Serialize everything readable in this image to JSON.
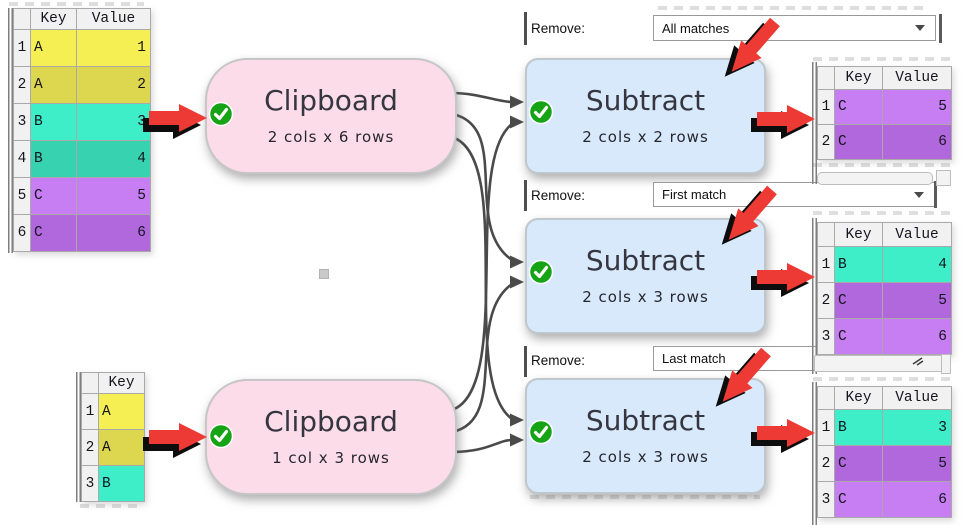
{
  "colors": {
    "clipboard_node_bg": "#fbdce8",
    "subtract_node_bg": "#d8e9fb",
    "node_border": "#c6c6c6",
    "wire": "#4a4a4a",
    "red_arrow": "#ee3a34",
    "check_green": "#16a316",
    "row_yellow": "#f6ef53",
    "row_yellow_dark": "#ddd64f",
    "row_teal": "#3deec8",
    "row_teal_dark": "#37d2af",
    "row_purple": "#c67ef2",
    "row_purple_dark": "#b168dd"
  },
  "diagram": {
    "clipboard1": {
      "title": "Clipboard",
      "size": "2 cols x 6 rows"
    },
    "clipboard2": {
      "title": "Clipboard",
      "size": "1 col x 3 rows"
    },
    "subtract1": {
      "title": "Subtract",
      "size": "2 cols x 2 rows"
    },
    "subtract2": {
      "title": "Subtract",
      "size": "2 cols x 3 rows"
    },
    "subtract3": {
      "title": "Subtract",
      "size": "2 cols x 3 rows"
    }
  },
  "options": {
    "remove_label": "Remove:",
    "dropdown1": "All matches",
    "dropdown2": "First match",
    "dropdown3": "Last match"
  },
  "tables": {
    "in1": {
      "headers": [
        "Key",
        "Value"
      ],
      "rows": [
        {
          "n": "1",
          "k": "A",
          "v": "1"
        },
        {
          "n": "2",
          "k": "A",
          "v": "2"
        },
        {
          "n": "3",
          "k": "B",
          "v": "3"
        },
        {
          "n": "4",
          "k": "B",
          "v": "4"
        },
        {
          "n": "5",
          "k": "C",
          "v": "5"
        },
        {
          "n": "6",
          "k": "C",
          "v": "6"
        }
      ]
    },
    "in2": {
      "headers": [
        "Key"
      ],
      "rows": [
        {
          "n": "1",
          "k": "A"
        },
        {
          "n": "2",
          "k": "A"
        },
        {
          "n": "3",
          "k": "B"
        }
      ]
    },
    "out1": {
      "headers": [
        "Key",
        "Value"
      ],
      "rows": [
        {
          "n": "1",
          "k": "C",
          "v": "5"
        },
        {
          "n": "2",
          "k": "C",
          "v": "6"
        }
      ]
    },
    "out2": {
      "headers": [
        "Key",
        "Value"
      ],
      "rows": [
        {
          "n": "1",
          "k": "B",
          "v": "4"
        },
        {
          "n": "2",
          "k": "C",
          "v": "5"
        },
        {
          "n": "3",
          "k": "C",
          "v": "6"
        }
      ]
    },
    "out3": {
      "headers": [
        "Key",
        "Value"
      ],
      "rows": [
        {
          "n": "1",
          "k": "B",
          "v": "3"
        },
        {
          "n": "2",
          "k": "C",
          "v": "5"
        },
        {
          "n": "3",
          "k": "C",
          "v": "6"
        }
      ]
    }
  }
}
